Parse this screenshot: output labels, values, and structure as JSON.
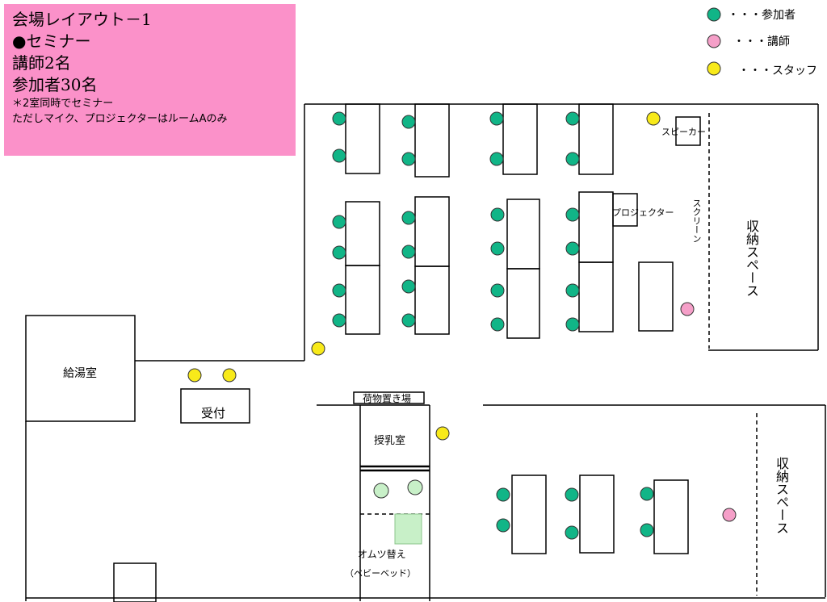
{
  "info": {
    "title": "会場レイアウト－1",
    "event": "●セミナー",
    "lecturers": "講師2名",
    "participants": "参加者30名",
    "note1": "＊2室同時でセミナー",
    "note2": "ただしマイク、プロジェクターはルームAのみ"
  },
  "legend": {
    "participant": "・・・参加者",
    "lecturer": "・・・講師",
    "staff": "・・・スタッフ"
  },
  "labels": {
    "kitchen": "給湯室",
    "reception": "受付",
    "luggage": "荷物置き場",
    "nursing": "授乳室",
    "diaper": "オムツ替え",
    "baby_bed": "（ベビーベッド）",
    "speaker": "スピーカー",
    "projector": "プロジェクター",
    "screen": "スクリーン",
    "storage_a": "収納スペース",
    "storage_b": "収納スペース"
  },
  "colors": {
    "participant": "#11b587",
    "lecturer": "#f59fc8",
    "staff": "#f8ea1a",
    "nursing_seat": "#c8f0c8",
    "info_bg": "#fb91c9"
  }
}
